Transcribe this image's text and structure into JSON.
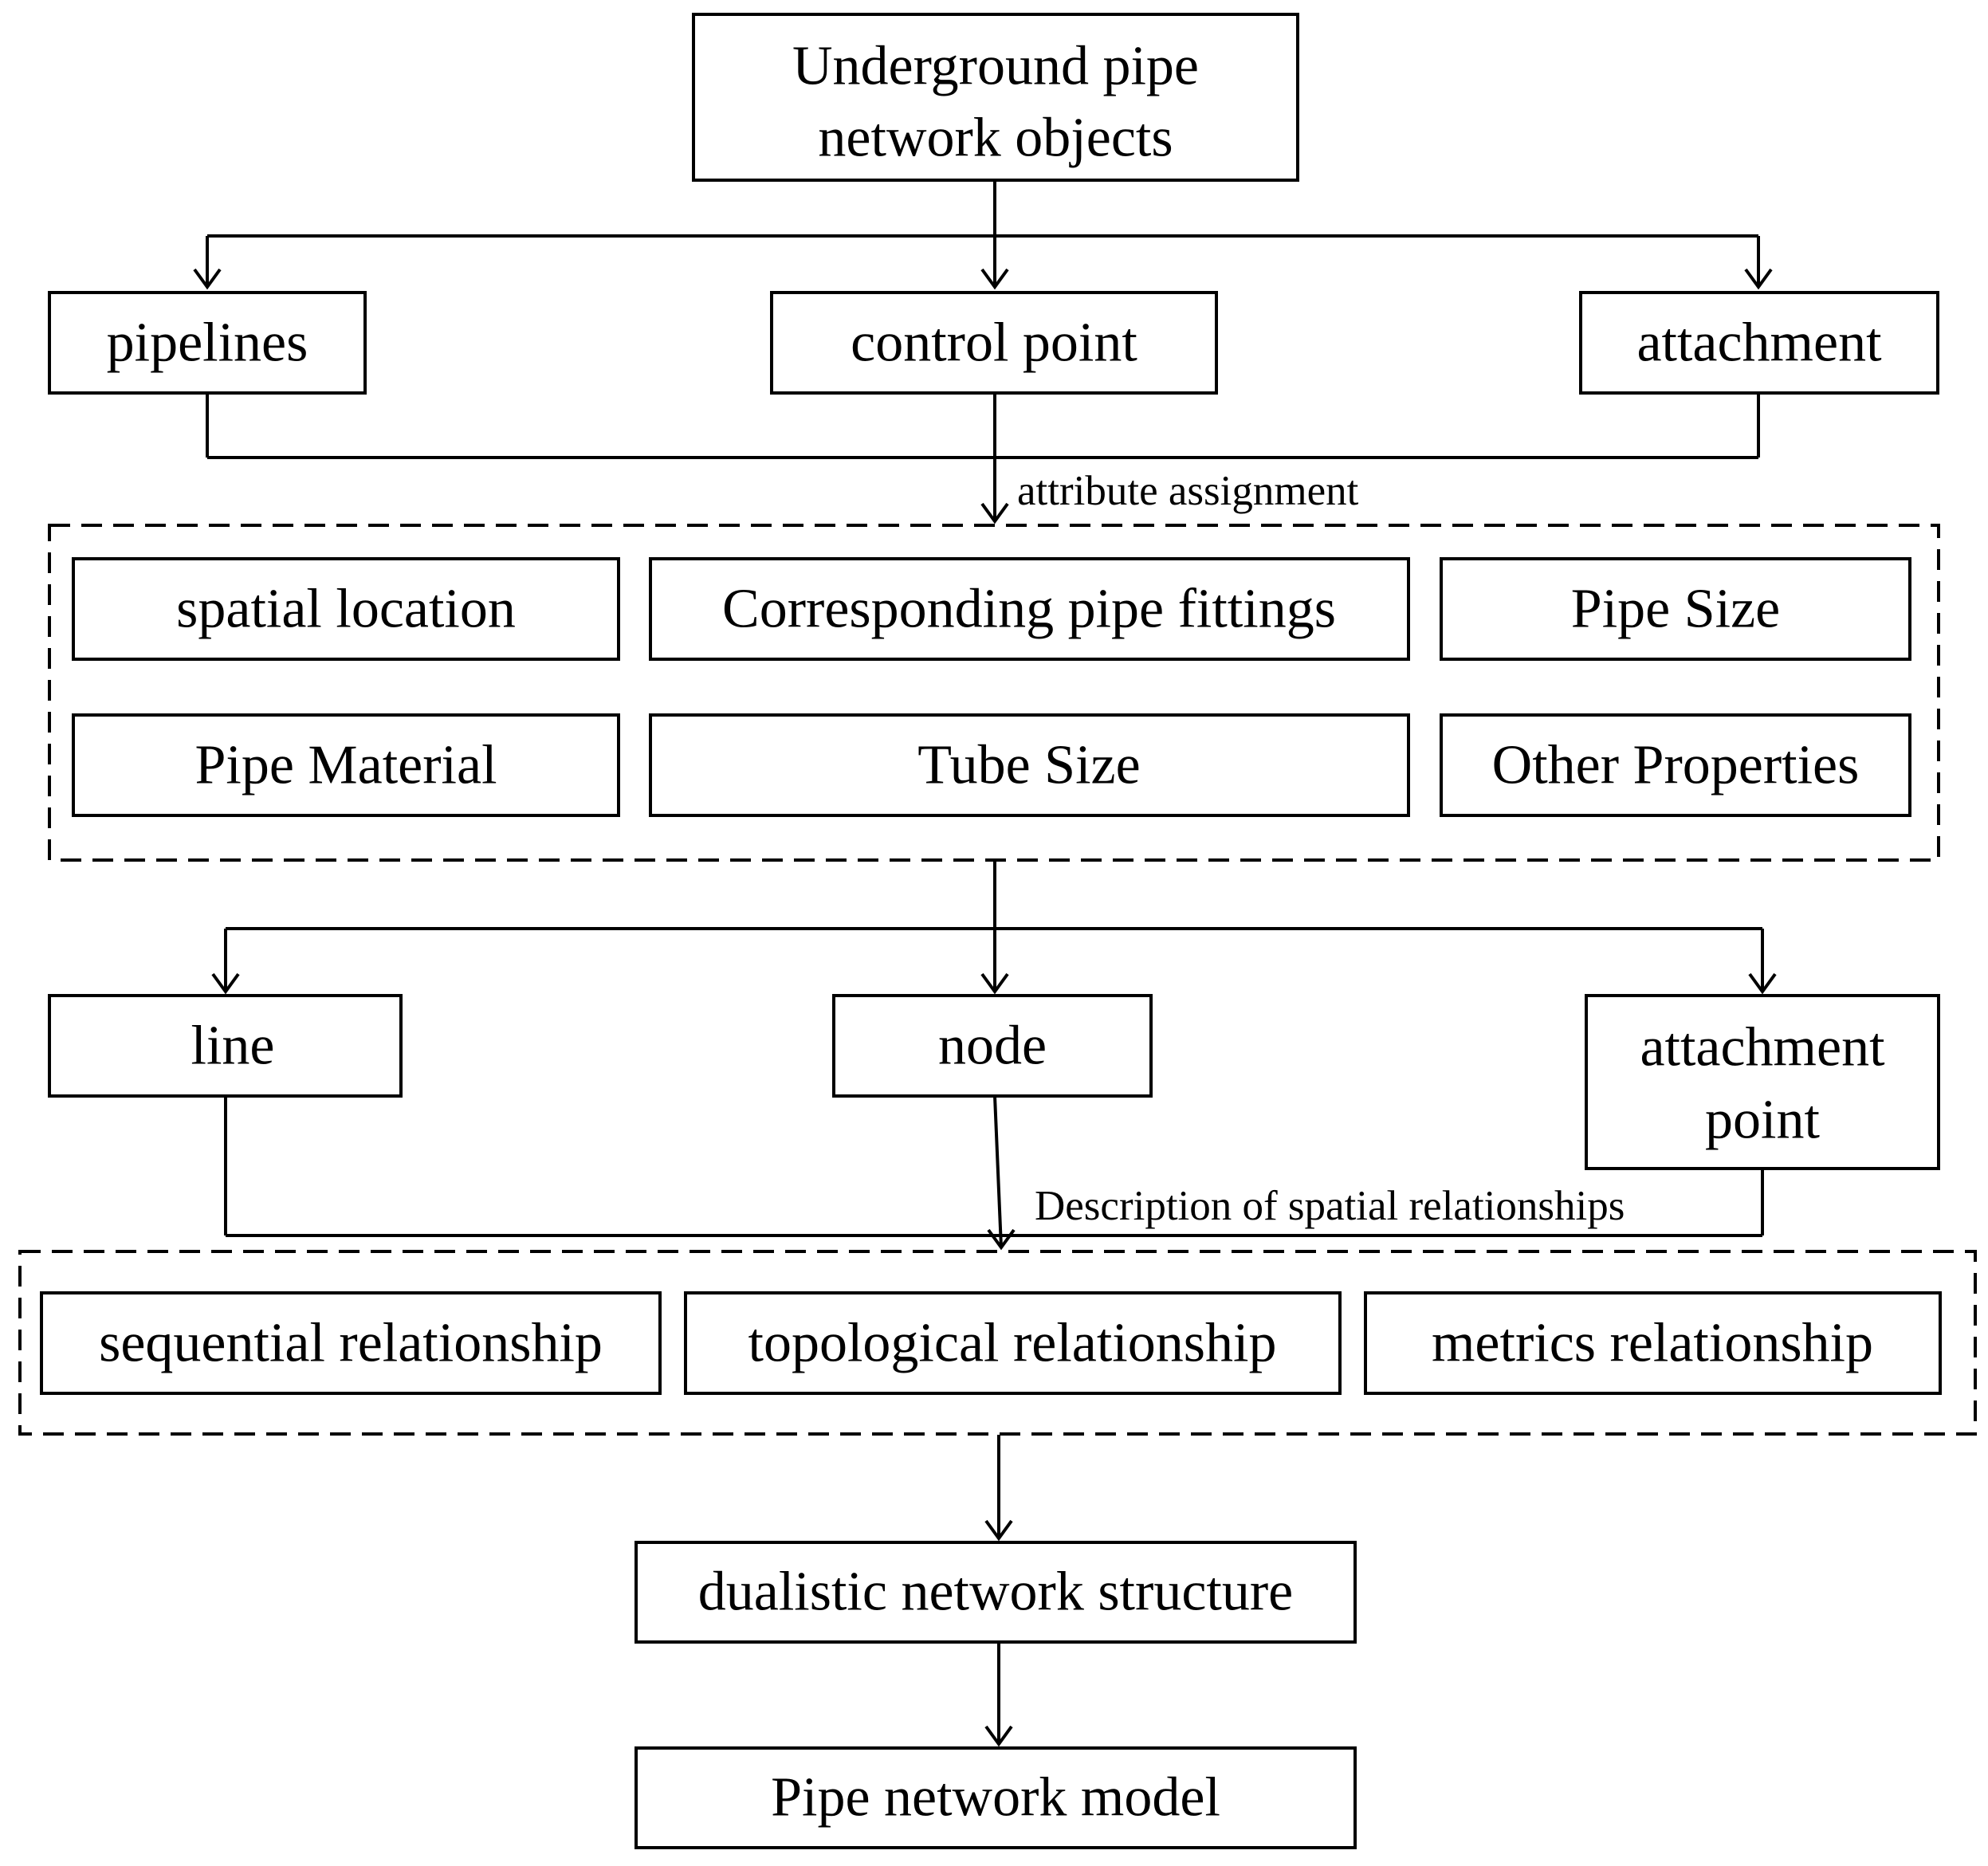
{
  "diagram": {
    "top": {
      "line1": "Underground pipe",
      "line2": "network objects"
    },
    "objects": {
      "pipelines": "pipelines",
      "control_point": "control point",
      "attachment": "attachment"
    },
    "edge_attribute": "attribute assignment",
    "attributes": {
      "spatial_location": "spatial location",
      "pipe_fittings": "Corresponding pipe fittings",
      "pipe_size": "Pipe Size",
      "pipe_material": "Pipe Material",
      "tube_size": "Tube Size",
      "other_properties": "Other Properties"
    },
    "elements": {
      "line": "line",
      "node": "node",
      "attachment_point_line1": "attachment",
      "attachment_point_line2": "point"
    },
    "edge_spatial": "Description of spatial relationships",
    "relationships": {
      "sequential": "sequential relationship",
      "topological": "topological relationship",
      "metrics": "metrics relationship"
    },
    "structure": "dualistic network structure",
    "model": "Pipe network model"
  }
}
